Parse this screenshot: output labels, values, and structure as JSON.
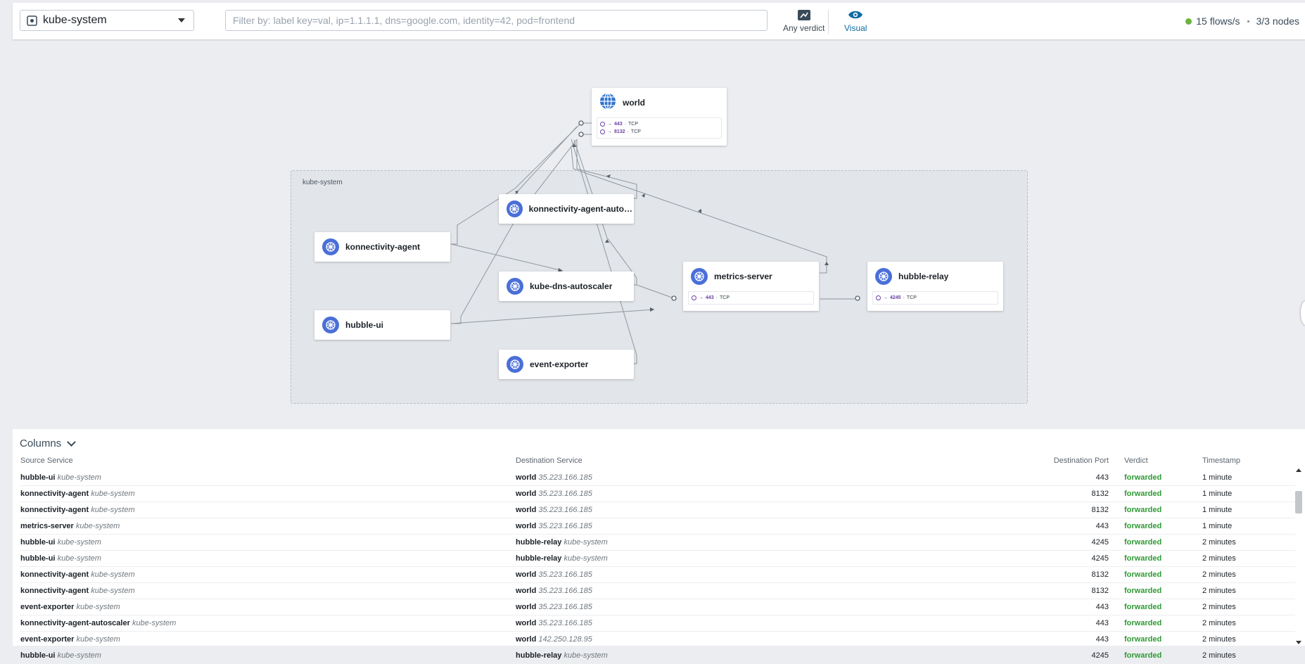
{
  "topbar": {
    "namespace": "kube-system",
    "filter_placeholder": "Filter by: label key=val, ip=1.1.1.1, dns=google.com, identity=42, pod=frontend",
    "verdict_label": "Any verdict",
    "visual_label": "Visual",
    "flows_rate": "15 flows/s",
    "nodes": "3/3 nodes",
    "status_color": "#6cb33f",
    "accent_color": "#106ba3"
  },
  "graph": {
    "namespace_label": "kube-system",
    "world": {
      "name": "world",
      "ports": [
        {
          "port": "443",
          "proto": "TCP"
        },
        {
          "port": "8132",
          "proto": "TCP"
        }
      ]
    },
    "services": {
      "konnectivity_agent_autoscaler": "konnectivity-agent-autosc...",
      "konnectivity_agent": "konnectivity-agent",
      "kube_dns_autoscaler": "kube-dns-autoscaler",
      "hubble_ui": "hubble-ui",
      "event_exporter": "event-exporter"
    },
    "metrics_server": {
      "name": "metrics-server",
      "port": "443",
      "proto": "TCP"
    },
    "hubble_relay": {
      "name": "hubble-relay",
      "port": "4245",
      "proto": "TCP"
    }
  },
  "table": {
    "columns_button": "Columns",
    "headers": {
      "source": "Source Service",
      "destination": "Destination Service",
      "port": "Destination Port",
      "verdict": "Verdict",
      "timestamp": "Timestamp"
    },
    "rows": [
      {
        "src": "hubble-ui",
        "src_ns": "kube-system",
        "dst": "world",
        "dst_sub": "35.223.166.185",
        "port": "443",
        "verdict": "forwarded",
        "time": "1 minute"
      },
      {
        "src": "konnectivity-agent",
        "src_ns": "kube-system",
        "dst": "world",
        "dst_sub": "35.223.166.185",
        "port": "8132",
        "verdict": "forwarded",
        "time": "1 minute"
      },
      {
        "src": "konnectivity-agent",
        "src_ns": "kube-system",
        "dst": "world",
        "dst_sub": "35.223.166.185",
        "port": "8132",
        "verdict": "forwarded",
        "time": "1 minute"
      },
      {
        "src": "metrics-server",
        "src_ns": "kube-system",
        "dst": "world",
        "dst_sub": "35.223.166.185",
        "port": "443",
        "verdict": "forwarded",
        "time": "1 minute"
      },
      {
        "src": "hubble-ui",
        "src_ns": "kube-system",
        "dst": "hubble-relay",
        "dst_sub": "kube-system",
        "port": "4245",
        "verdict": "forwarded",
        "time": "2 minutes"
      },
      {
        "src": "hubble-ui",
        "src_ns": "kube-system",
        "dst": "hubble-relay",
        "dst_sub": "kube-system",
        "port": "4245",
        "verdict": "forwarded",
        "time": "2 minutes"
      },
      {
        "src": "konnectivity-agent",
        "src_ns": "kube-system",
        "dst": "world",
        "dst_sub": "35.223.166.185",
        "port": "8132",
        "verdict": "forwarded",
        "time": "2 minutes"
      },
      {
        "src": "konnectivity-agent",
        "src_ns": "kube-system",
        "dst": "world",
        "dst_sub": "35.223.166.185",
        "port": "8132",
        "verdict": "forwarded",
        "time": "2 minutes"
      },
      {
        "src": "event-exporter",
        "src_ns": "kube-system",
        "dst": "world",
        "dst_sub": "35.223.166.185",
        "port": "443",
        "verdict": "forwarded",
        "time": "2 minutes"
      },
      {
        "src": "konnectivity-agent-autoscaler",
        "src_ns": "kube-system",
        "dst": "world",
        "dst_sub": "35.223.166.185",
        "port": "443",
        "verdict": "forwarded",
        "time": "2 minutes"
      },
      {
        "src": "event-exporter",
        "src_ns": "kube-system",
        "dst": "world",
        "dst_sub": "142.250.128.95",
        "port": "443",
        "verdict": "forwarded",
        "time": "2 minutes"
      },
      {
        "src": "hubble-ui",
        "src_ns": "kube-system",
        "dst": "hubble-relay",
        "dst_sub": "kube-system",
        "port": "4245",
        "verdict": "forwarded",
        "time": "2 minutes"
      }
    ]
  }
}
